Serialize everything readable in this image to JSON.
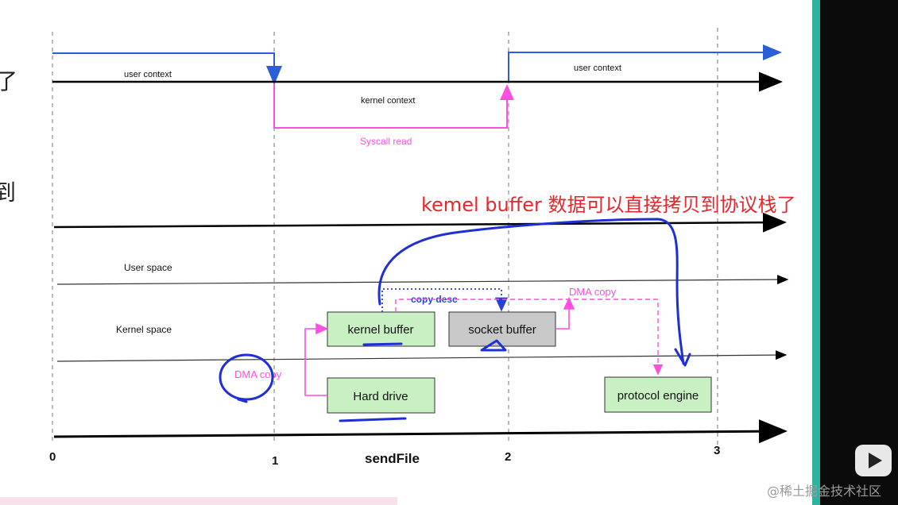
{
  "diagram": {
    "upper_user_label": "user context",
    "upper_user_label_right": "user context",
    "kernel_context_label": "kernel context",
    "syscall_label": "Syscall read",
    "annotation": "kemel buffer 数据可以直接拷贝到协议栈了",
    "user_space_label": "User space",
    "kernel_space_label": "Kernel space",
    "boxes": {
      "kernel_buffer": "kernel buffer",
      "socket_buffer": "socket buffer",
      "hard_drive": "Hard drive",
      "protocol_engine": "protocol engine"
    },
    "dma_copy_left": "DMA copy",
    "dma_copy_right": "DMA copy",
    "copy_desc": "copy desc",
    "x_title": "sendFile",
    "ticks": [
      "0",
      "1",
      "2",
      "3"
    ],
    "margin_chars": [
      "了",
      "到"
    ],
    "watermark": "@稀土掘金技术社区",
    "colors": {
      "user_context_line": "#2a5fd8",
      "syscall_line": "#ff4fe0",
      "box_green": "#c9f0c2",
      "box_gray": "#c8c8c8",
      "annotation_red": "#e8262d",
      "handwriting_blue": "#1f2fd6",
      "side_panel": "#0b0b0b",
      "side_accent": "#2fb3a0"
    }
  }
}
